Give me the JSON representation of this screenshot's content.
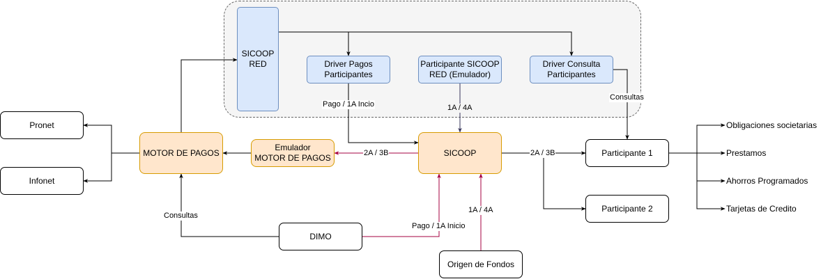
{
  "nodes": {
    "sicoop_red": "SICOOP\nRED",
    "driver_pagos": "Driver Pagos\nParticipantes",
    "participante_sicoop": "Participante SICOOP\nRED (Emulador)",
    "driver_consulta": "Driver Consulta\nParticipantes",
    "pronet": "Pronet",
    "infonet": "Infonet",
    "motor_pagos": "MOTOR DE PAGOS",
    "emulador": "Emulador\nMOTOR DE PAGOS",
    "sicoop": "SICOOP",
    "participante1": "Participante 1",
    "participante2": "Participante 2",
    "dimo": "DIMO",
    "origen": "Origen de Fondos"
  },
  "outputs": [
    "Obligaciones societarias",
    "Prestamos",
    "Ahorros Programados",
    "Tarjetas de Credito"
  ],
  "edge_labels": {
    "pago_inicio_top": "Pago / 1A Incio",
    "one_a_four_a_top": "1A / 4A",
    "consultas_top": "Consultas",
    "two_a_three_b_left": "2A / 3B",
    "two_a_three_b_right": "2A / 3B",
    "consultas_left": "Consultas",
    "pago_inicio_bottom": "Pago / 1A Inicio",
    "one_a_four_a_bottom": "1A / 4A"
  },
  "colors": {
    "edge_default": "#000000",
    "edge_red": "#a50040",
    "edge_purple": "#36345a"
  }
}
